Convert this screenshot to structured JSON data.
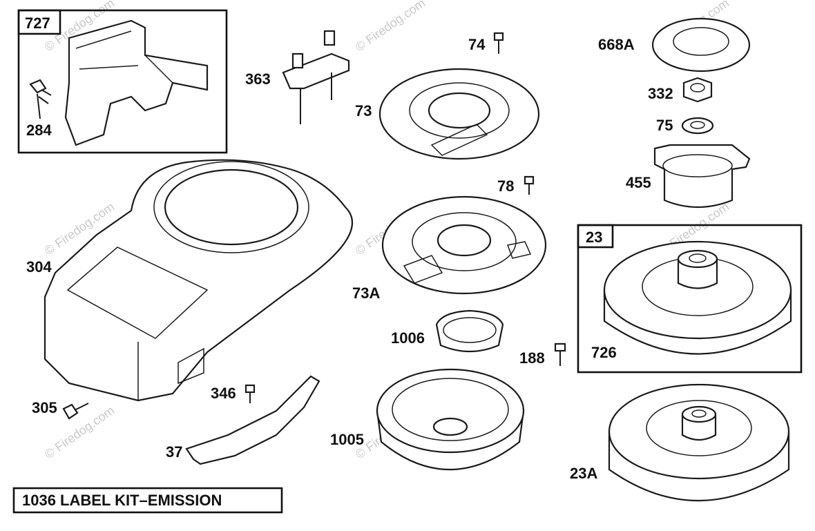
{
  "diagram": {
    "caption": "1036 LABEL KIT–EMISSION",
    "watermark": "© Firedog.com",
    "labels": {
      "p727": "727",
      "p284": "284",
      "p363": "363",
      "p74": "74",
      "p73": "73",
      "p668A": "668A",
      "p332": "332",
      "p75": "75",
      "p455": "455",
      "p304": "304",
      "p78": "78",
      "p73A": "73A",
      "p23": "23",
      "p726": "726",
      "p1006": "1006",
      "p188": "188",
      "p305": "305",
      "p346": "346",
      "p37": "37",
      "p1005": "1005",
      "p23A": "23A"
    }
  }
}
